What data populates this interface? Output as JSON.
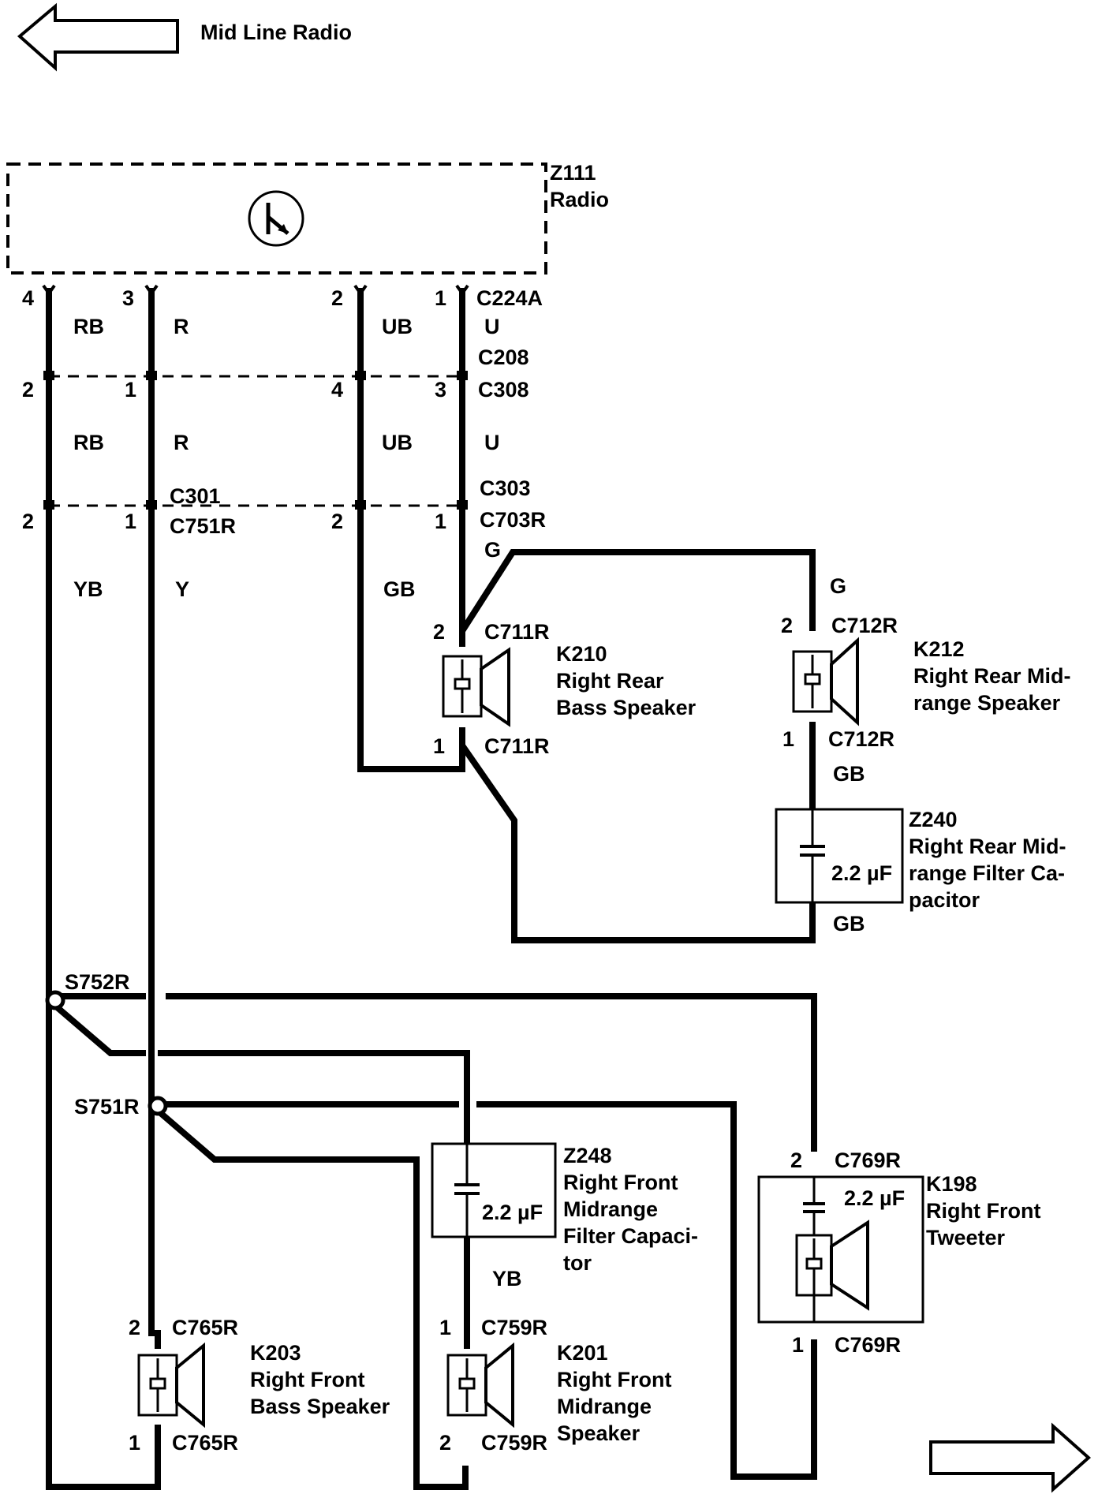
{
  "header": {
    "title": "Mid Line Radio",
    "back_arrow_icon": "left-arrow-icon",
    "forward_arrow_icon": "right-arrow-icon"
  },
  "radio": {
    "id": "Z111",
    "name": "Radio",
    "icon": "transistor-icon"
  },
  "connectors": {
    "c224a": "C224A",
    "c208": "C208",
    "c308": "C308",
    "c301": "C301",
    "c751r": "C751R",
    "c303": "C303",
    "c703r": "C703R",
    "c711r_top": "C711R",
    "c711r_bottom": "C711R",
    "c712r_top": "C712R",
    "c712r_bottom": "C712R",
    "c769r_top": "C769R",
    "c769r_bottom": "C769R",
    "c765r_top": "C765R",
    "c765r_bottom": "C765R",
    "c759r_top": "C759R",
    "c759r_bottom": "C759R"
  },
  "splices": {
    "s752r": "S752R",
    "s751r": "S751R"
  },
  "pins": {
    "radio": [
      "4",
      "3",
      "2",
      "1"
    ],
    "c308": [
      "2",
      "1",
      "4",
      "3"
    ],
    "c751r": [
      "2",
      "1",
      "2",
      "1"
    ],
    "k210": [
      "2",
      "1"
    ],
    "k212": [
      "2",
      "1"
    ],
    "k198": [
      "2",
      "1"
    ],
    "k203": [
      "2",
      "1"
    ],
    "k201": [
      "1",
      "2"
    ]
  },
  "wire_colors": {
    "seg1": [
      "RB",
      "R",
      "UB",
      "U"
    ],
    "seg2": [
      "RB",
      "R",
      "UB",
      "U"
    ],
    "seg3": [
      "YB",
      "Y",
      "GB"
    ],
    "g_top": "G",
    "g_right": "G",
    "gb_k212": "GB",
    "gb_z240": "GB",
    "yb_z248": "YB"
  },
  "components": {
    "k210": {
      "id": "K210",
      "line1": "Right Rear",
      "line2": "Bass Speaker",
      "icon": "speaker-icon"
    },
    "k212": {
      "id": "K212",
      "line1": "Right Rear Mid-",
      "line2": "range Speaker",
      "icon": "speaker-icon"
    },
    "z240": {
      "id": "Z240",
      "line1": "Right Rear Mid-",
      "line2": "range Filter Ca-",
      "line3": "pacitor",
      "value": "2.2 µF",
      "icon": "capacitor-icon"
    },
    "z248": {
      "id": "Z248",
      "line1": "Right Front",
      "line2": "Midrange",
      "line3": "Filter Capaci-",
      "line4": "tor",
      "value": "2.2 µF",
      "icon": "capacitor-icon"
    },
    "k198": {
      "id": "K198",
      "line1": "Right Front",
      "line2": "Tweeter",
      "value": "2.2 µF",
      "icon": "speaker-icon"
    },
    "k203": {
      "id": "K203",
      "line1": "Right Front",
      "line2": "Bass Speaker",
      "icon": "speaker-icon"
    },
    "k201": {
      "id": "K201",
      "line1": "Right Front",
      "line2": "Midrange",
      "line3": "Speaker",
      "icon": "speaker-icon"
    }
  }
}
